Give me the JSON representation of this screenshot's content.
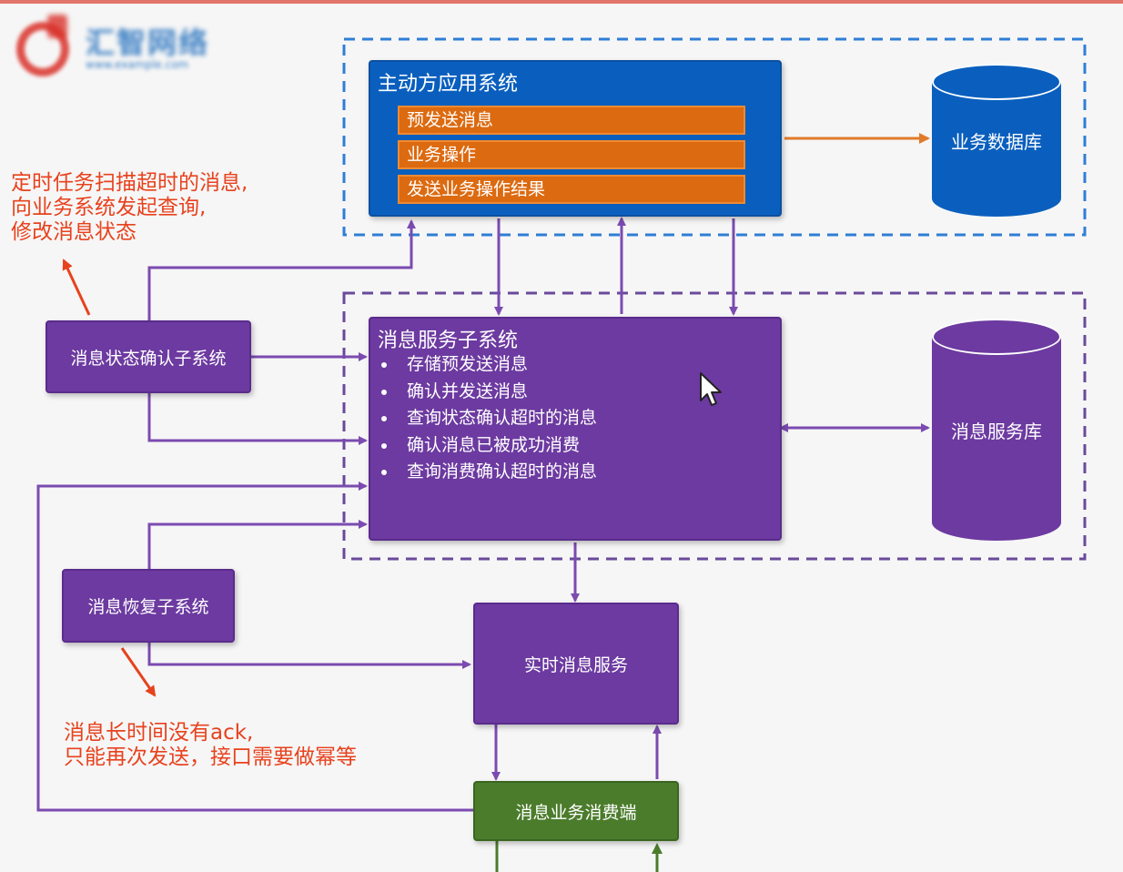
{
  "colors": {
    "blue": "#0a5fbe",
    "orange": "#dc6a10",
    "purple": "#6c3aa0",
    "green": "#4b7c2c",
    "connector": "#7b4bb0",
    "db_arrow": "#e07a2a",
    "annotation": "#e8421d"
  },
  "logo": {
    "title": "汇智网络",
    "subtitle": "www.example.com"
  },
  "active_app": {
    "title": "主动方应用系统",
    "steps": [
      "预发送消息",
      "业务操作",
      "发送业务操作结果"
    ]
  },
  "business_db": {
    "label": "业务数据库"
  },
  "message_service": {
    "title": "消息服务子系统",
    "bullets": [
      "存储预发送消息",
      "确认并发送消息",
      "查询状态确认超时的消息",
      "确认消息已被成功消费",
      "查询消费确认超时的消息"
    ]
  },
  "message_db": {
    "label": "消息服务库"
  },
  "status_confirm": {
    "label": "消息状态确认子系统"
  },
  "recovery": {
    "label": "消息恢复子系统"
  },
  "realtime": {
    "label": "实时消息服务"
  },
  "consumer": {
    "label": "消息业务消费端"
  },
  "annotations": {
    "top": "定时任务扫描超时的消息,\n向业务系统发起查询,\n修改消息状态",
    "bottom": "消息长时间没有ack,\n只能再次发送，接口需要做幂等"
  }
}
